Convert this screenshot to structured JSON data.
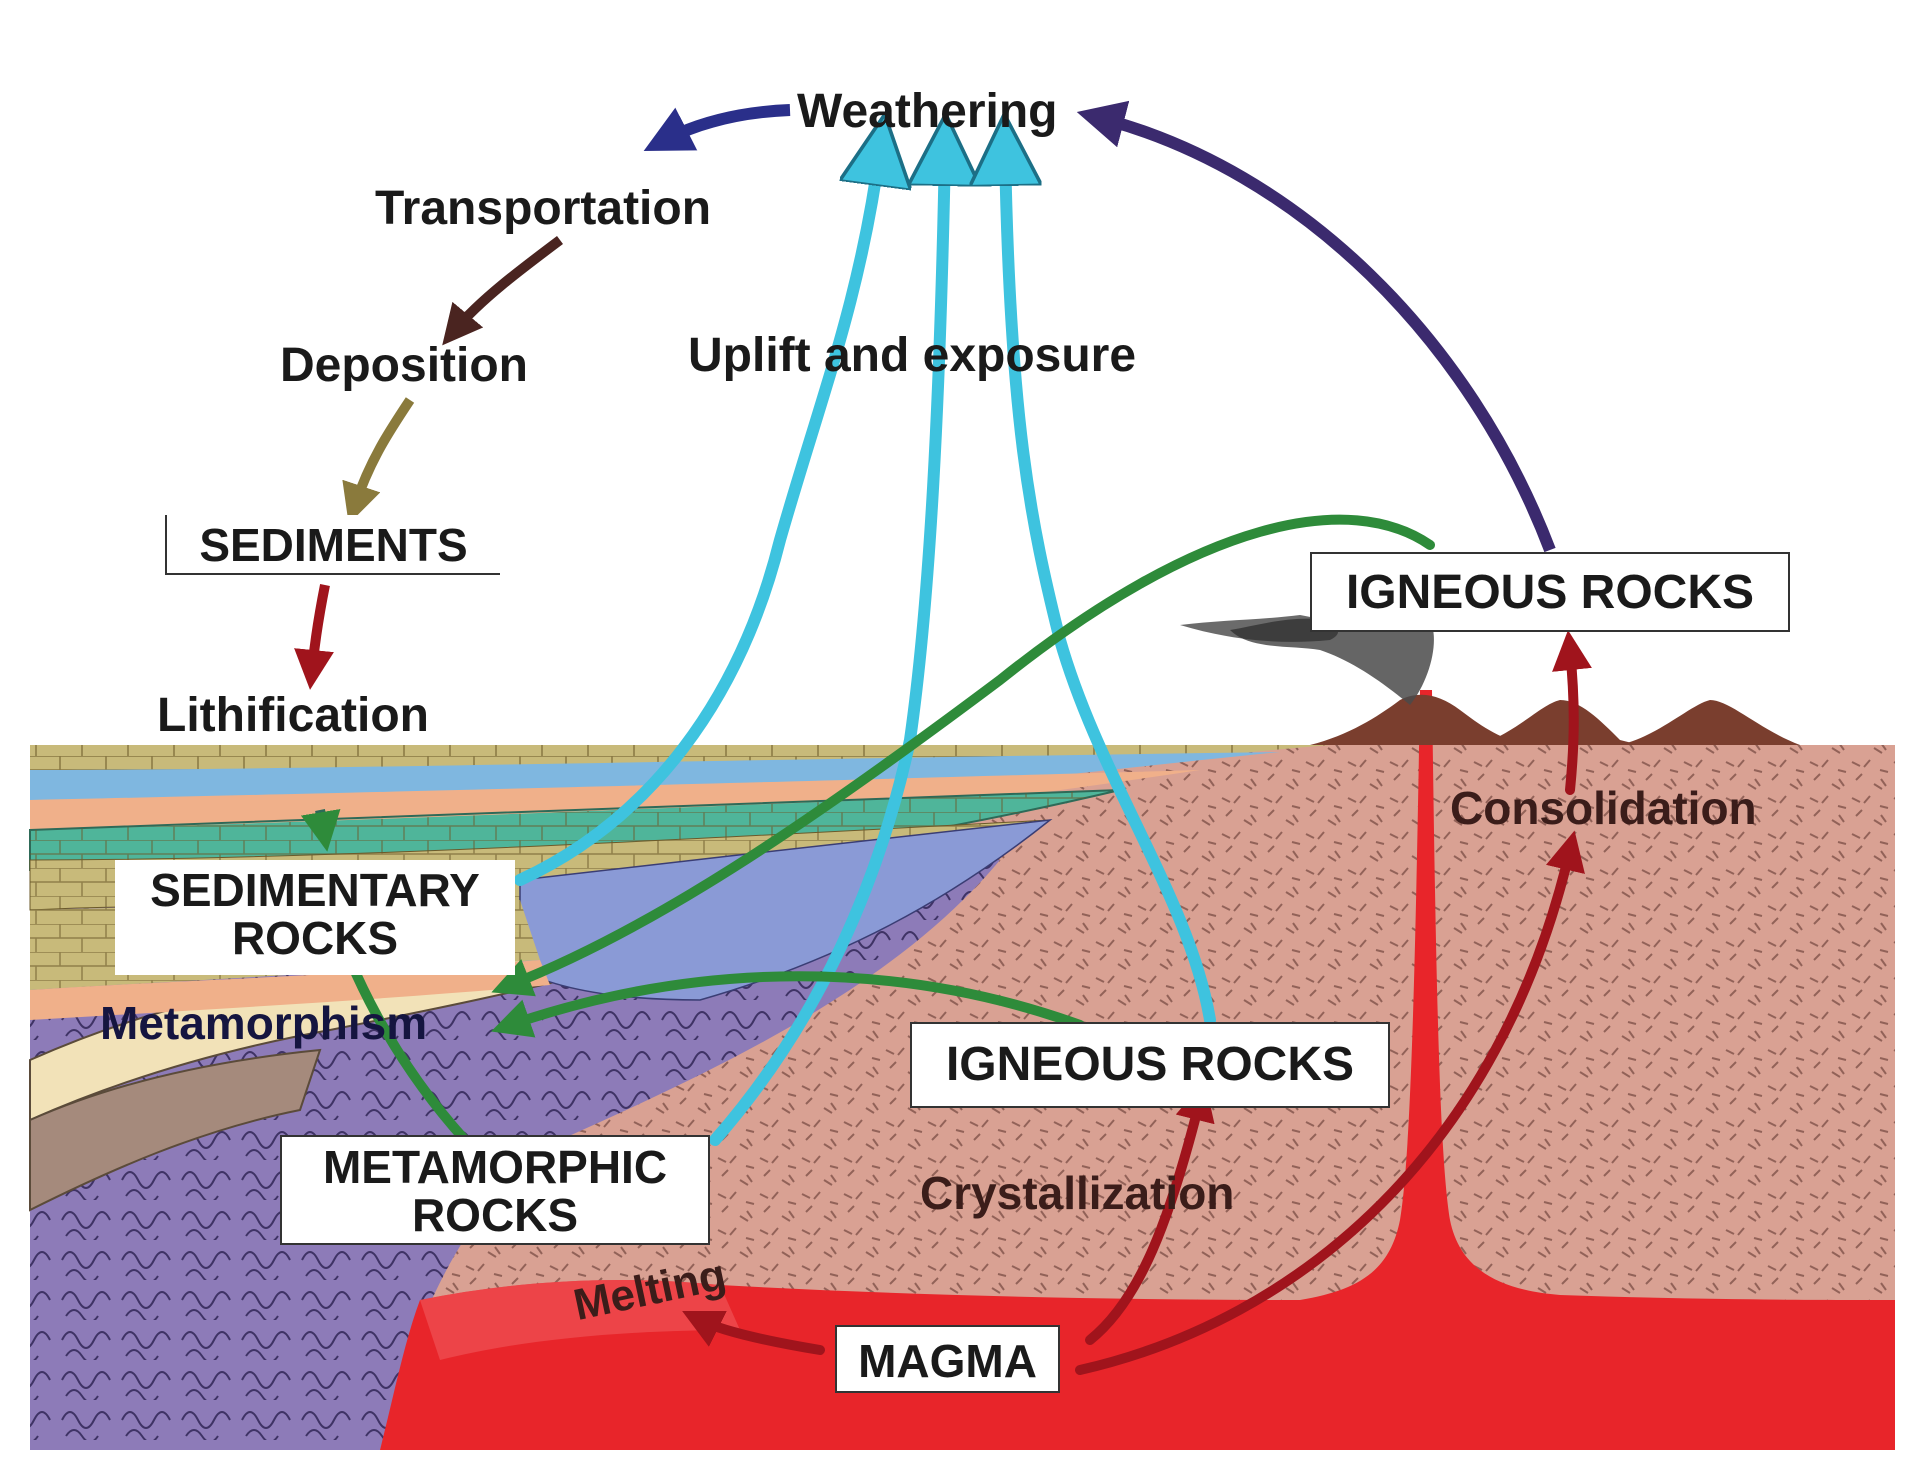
{
  "labels": {
    "weathering": "Weathering",
    "transportation": "Transportation",
    "deposition": "Deposition",
    "sediments": "SEDIMENTS",
    "lithification": "Lithification",
    "uplift": "Uplift and exposure",
    "igneous_top": "IGNEOUS ROCKS",
    "consolidation": "Consolidation",
    "sedimentary_line1": "SEDIMENTARY",
    "sedimentary_line2": "ROCKS",
    "metamorphism": "Metamorphism",
    "igneous_mid": "IGNEOUS ROCKS",
    "crystallization": "Crystallization",
    "metamorphic_line1": "METAMORPHIC",
    "metamorphic_line2": "ROCKS",
    "melting": "Melting",
    "magma": "MAGMA"
  },
  "colors": {
    "uplift_arrow": "#3ec3df",
    "weathering_arrow": "#3b2a6e",
    "metamorphism_arrow": "#2e8b3a",
    "magma_arrow": "#a0141c",
    "magma_fill": "#e8252a",
    "crust": "#d9a193",
    "metamorphic_rock": "#8d7bb8"
  }
}
